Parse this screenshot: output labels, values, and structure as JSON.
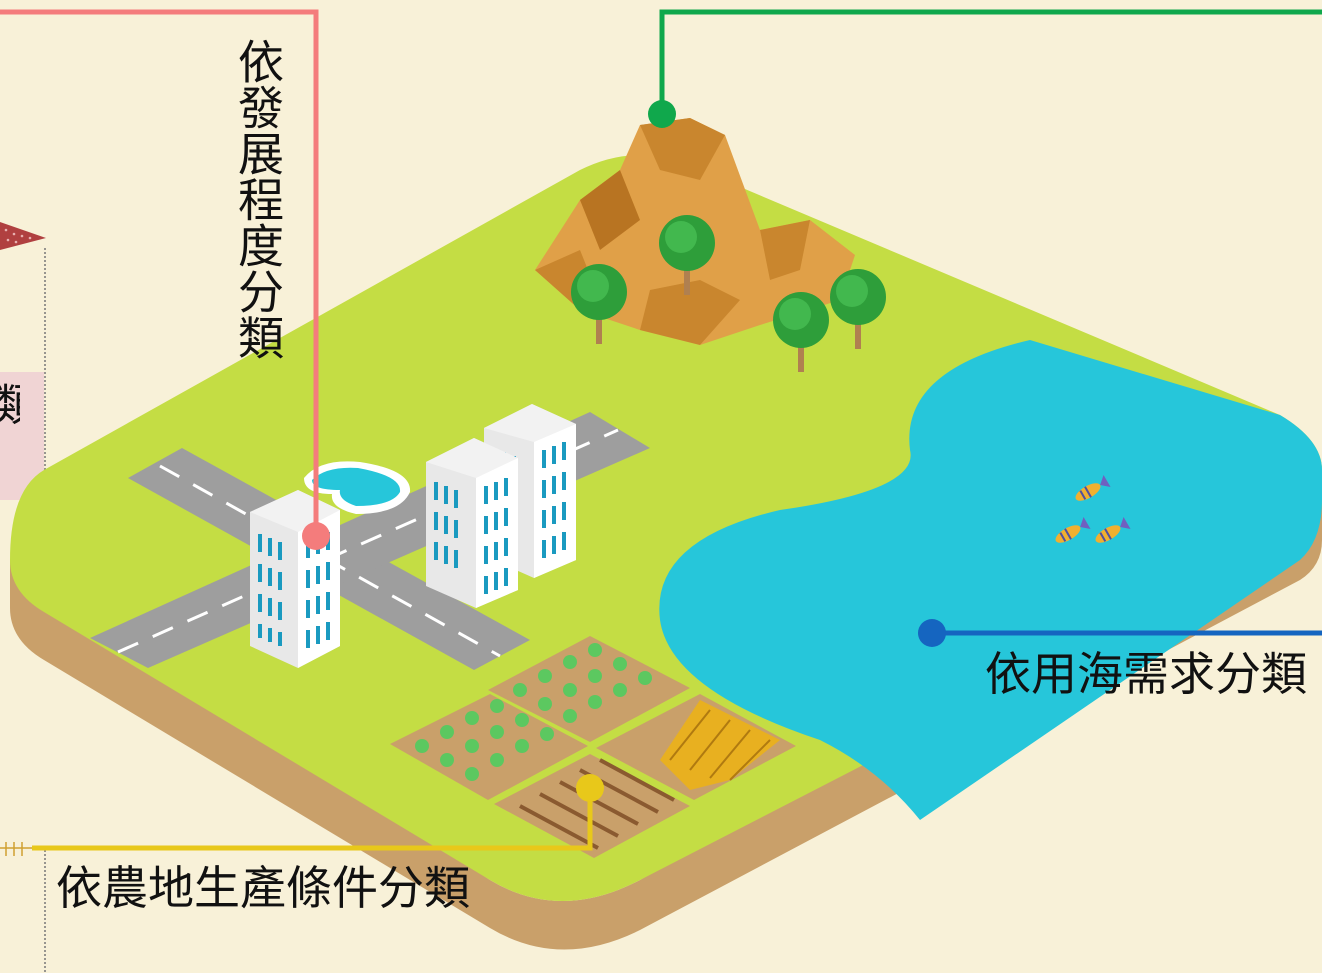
{
  "labels": {
    "development": "依發展程度分類",
    "sea_use": "依用海需求分類",
    "farmland": "依農地生產條件分類",
    "left_fragment": "類"
  },
  "colors": {
    "background": "#f8f1d8",
    "ground": "#c4dd44",
    "ground_side": "#c9a06a",
    "water": "#26c6da",
    "road": "#9e9e9e",
    "mountain": "#e0a048",
    "tree": "#2e9e3a",
    "line_development": "#f47c7c",
    "line_mountain": "#10a84c",
    "line_sea": "#1565c0",
    "line_farmland": "#e8c81a"
  },
  "icons": [
    "mountain-icon",
    "tree-icon",
    "building-icon",
    "pond-icon",
    "road-icon",
    "fish-icon",
    "crop-field-icon",
    "wheat-field-icon",
    "plowed-field-icon"
  ]
}
